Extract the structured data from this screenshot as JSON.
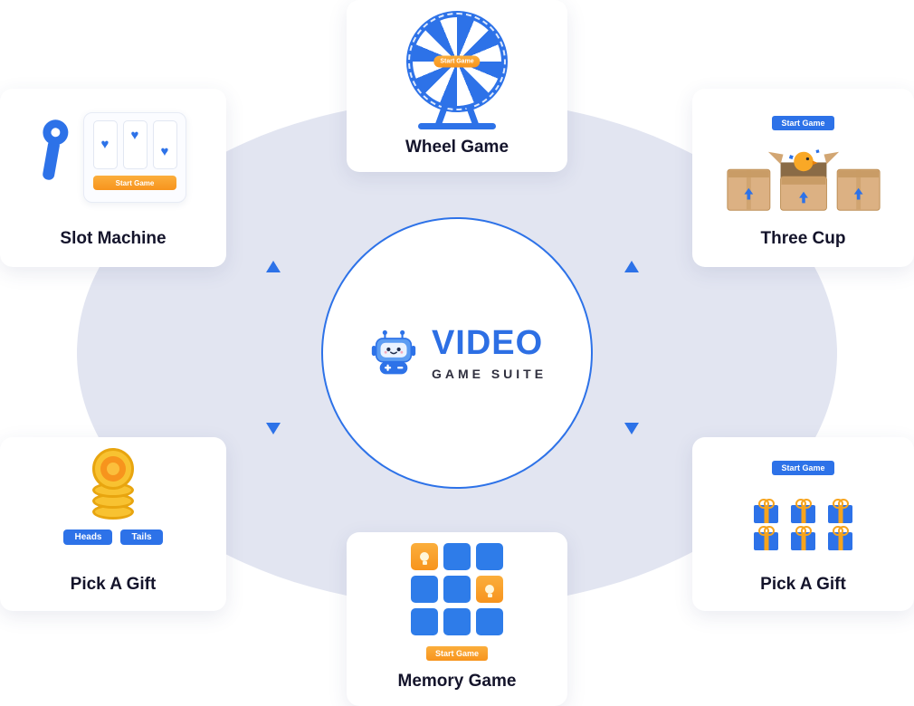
{
  "center": {
    "title": "VIDEO",
    "subtitle": "GAME SUITE"
  },
  "cards": {
    "wheel": {
      "label": "Wheel Game",
      "button": "Start Game"
    },
    "slot": {
      "label": "Slot Machine",
      "button": "Start Game"
    },
    "three_cup": {
      "label": "Three Cup",
      "button": "Start Game"
    },
    "coin": {
      "label": "Pick A Gift",
      "heads": "Heads",
      "tails": "Tails"
    },
    "memory": {
      "label": "Memory Game",
      "button": "Start Game"
    },
    "gift": {
      "label": "Pick A Gift",
      "button": "Start Game"
    }
  },
  "icons": {
    "heart": "♥"
  },
  "colors": {
    "primary_blue": "#2D72E8",
    "logo_blue": "#2D6FE4",
    "accent_orange": "#F7941D",
    "gold": "#F8C231",
    "box_tan": "#DCB183",
    "ellipse_bg": "#E2E5F1",
    "text_dark": "#14142B"
  }
}
